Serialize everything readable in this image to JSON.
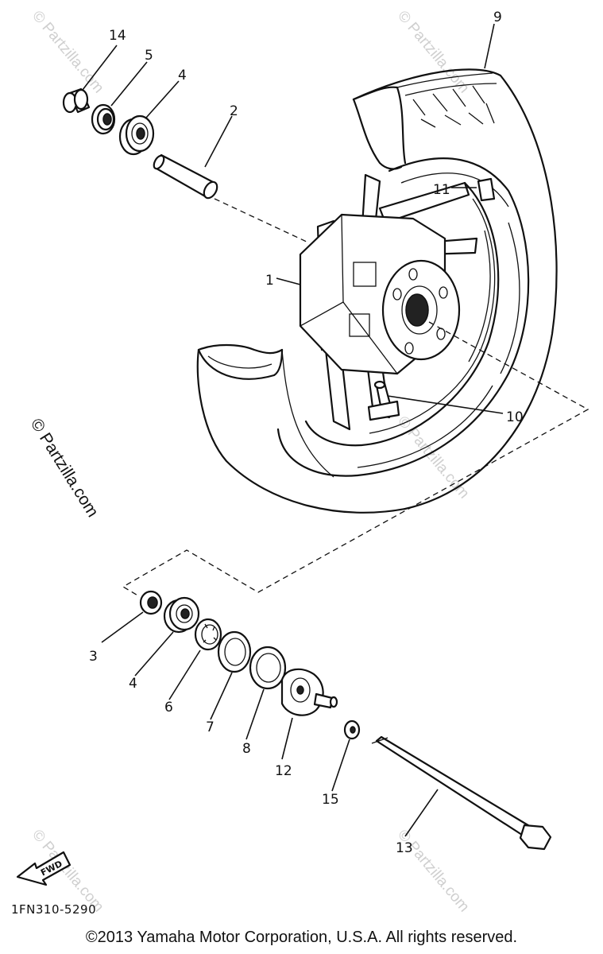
{
  "watermarks": {
    "side": "© Partzilla.com",
    "faint": "© Partzilla.com"
  },
  "callouts": {
    "p1": "1",
    "p2": "2",
    "p3": "3",
    "p4a": "4",
    "p4b": "4",
    "p5": "5",
    "p6": "6",
    "p7": "7",
    "p8": "8",
    "p9": "9",
    "p10": "10",
    "p11": "11",
    "p12": "12",
    "p13": "13",
    "p14": "14",
    "p15": "15"
  },
  "fwd_label": "FWD",
  "diagram_code": "1FN310-5290",
  "copyright": "©2013 Yamaha Motor Corporation, U.S.A. All rights reserved."
}
